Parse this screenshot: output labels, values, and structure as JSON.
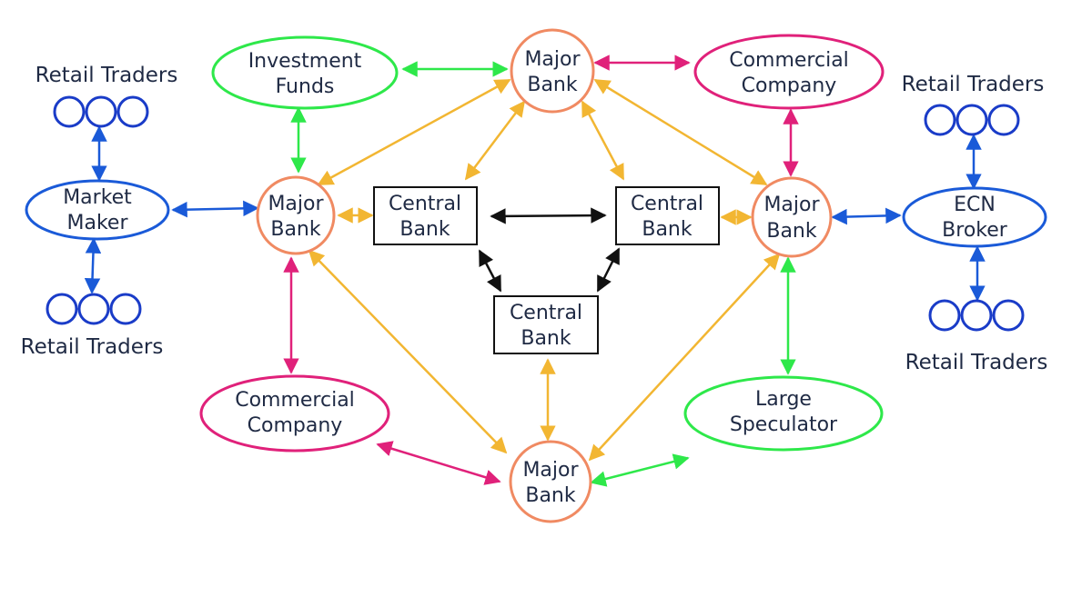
{
  "colors": {
    "gold": "#f2b632",
    "pink": "#e0217a",
    "green": "#2ee84a",
    "blue": "#1a5ad8",
    "black": "#111111",
    "bank_stroke": "#f08a62",
    "text": "#1f2a44"
  },
  "nodes": {
    "major_bank_top": {
      "line1": "Major",
      "line2": "Bank"
    },
    "major_bank_left": {
      "line1": "Major",
      "line2": "Bank"
    },
    "major_bank_right": {
      "line1": "Major",
      "line2": "Bank"
    },
    "major_bank_bottom": {
      "line1": "Major",
      "line2": "Bank"
    },
    "central_bank_left": {
      "line1": "Central",
      "line2": "Bank"
    },
    "central_bank_right": {
      "line1": "Central",
      "line2": "Bank"
    },
    "central_bank_bottom": {
      "line1": "Central",
      "line2": "Bank"
    },
    "investment_funds": {
      "line1": "Investment",
      "line2": "Funds"
    },
    "commercial_company_top": {
      "line1": "Commercial",
      "line2": "Company"
    },
    "commercial_company_bottom": {
      "line1": "Commercial",
      "line2": "Company"
    },
    "large_speculator": {
      "line1": "Large",
      "line2": "Speculator"
    },
    "market_maker": {
      "line1": "Market",
      "line2": "Maker"
    },
    "ecn_broker": {
      "line1": "ECN",
      "line2": "Broker"
    }
  },
  "retail_groups": {
    "top_left": "Retail Traders",
    "bottom_left": "Retail Traders",
    "top_right": "Retail Traders",
    "bottom_right": "Retail Traders"
  }
}
